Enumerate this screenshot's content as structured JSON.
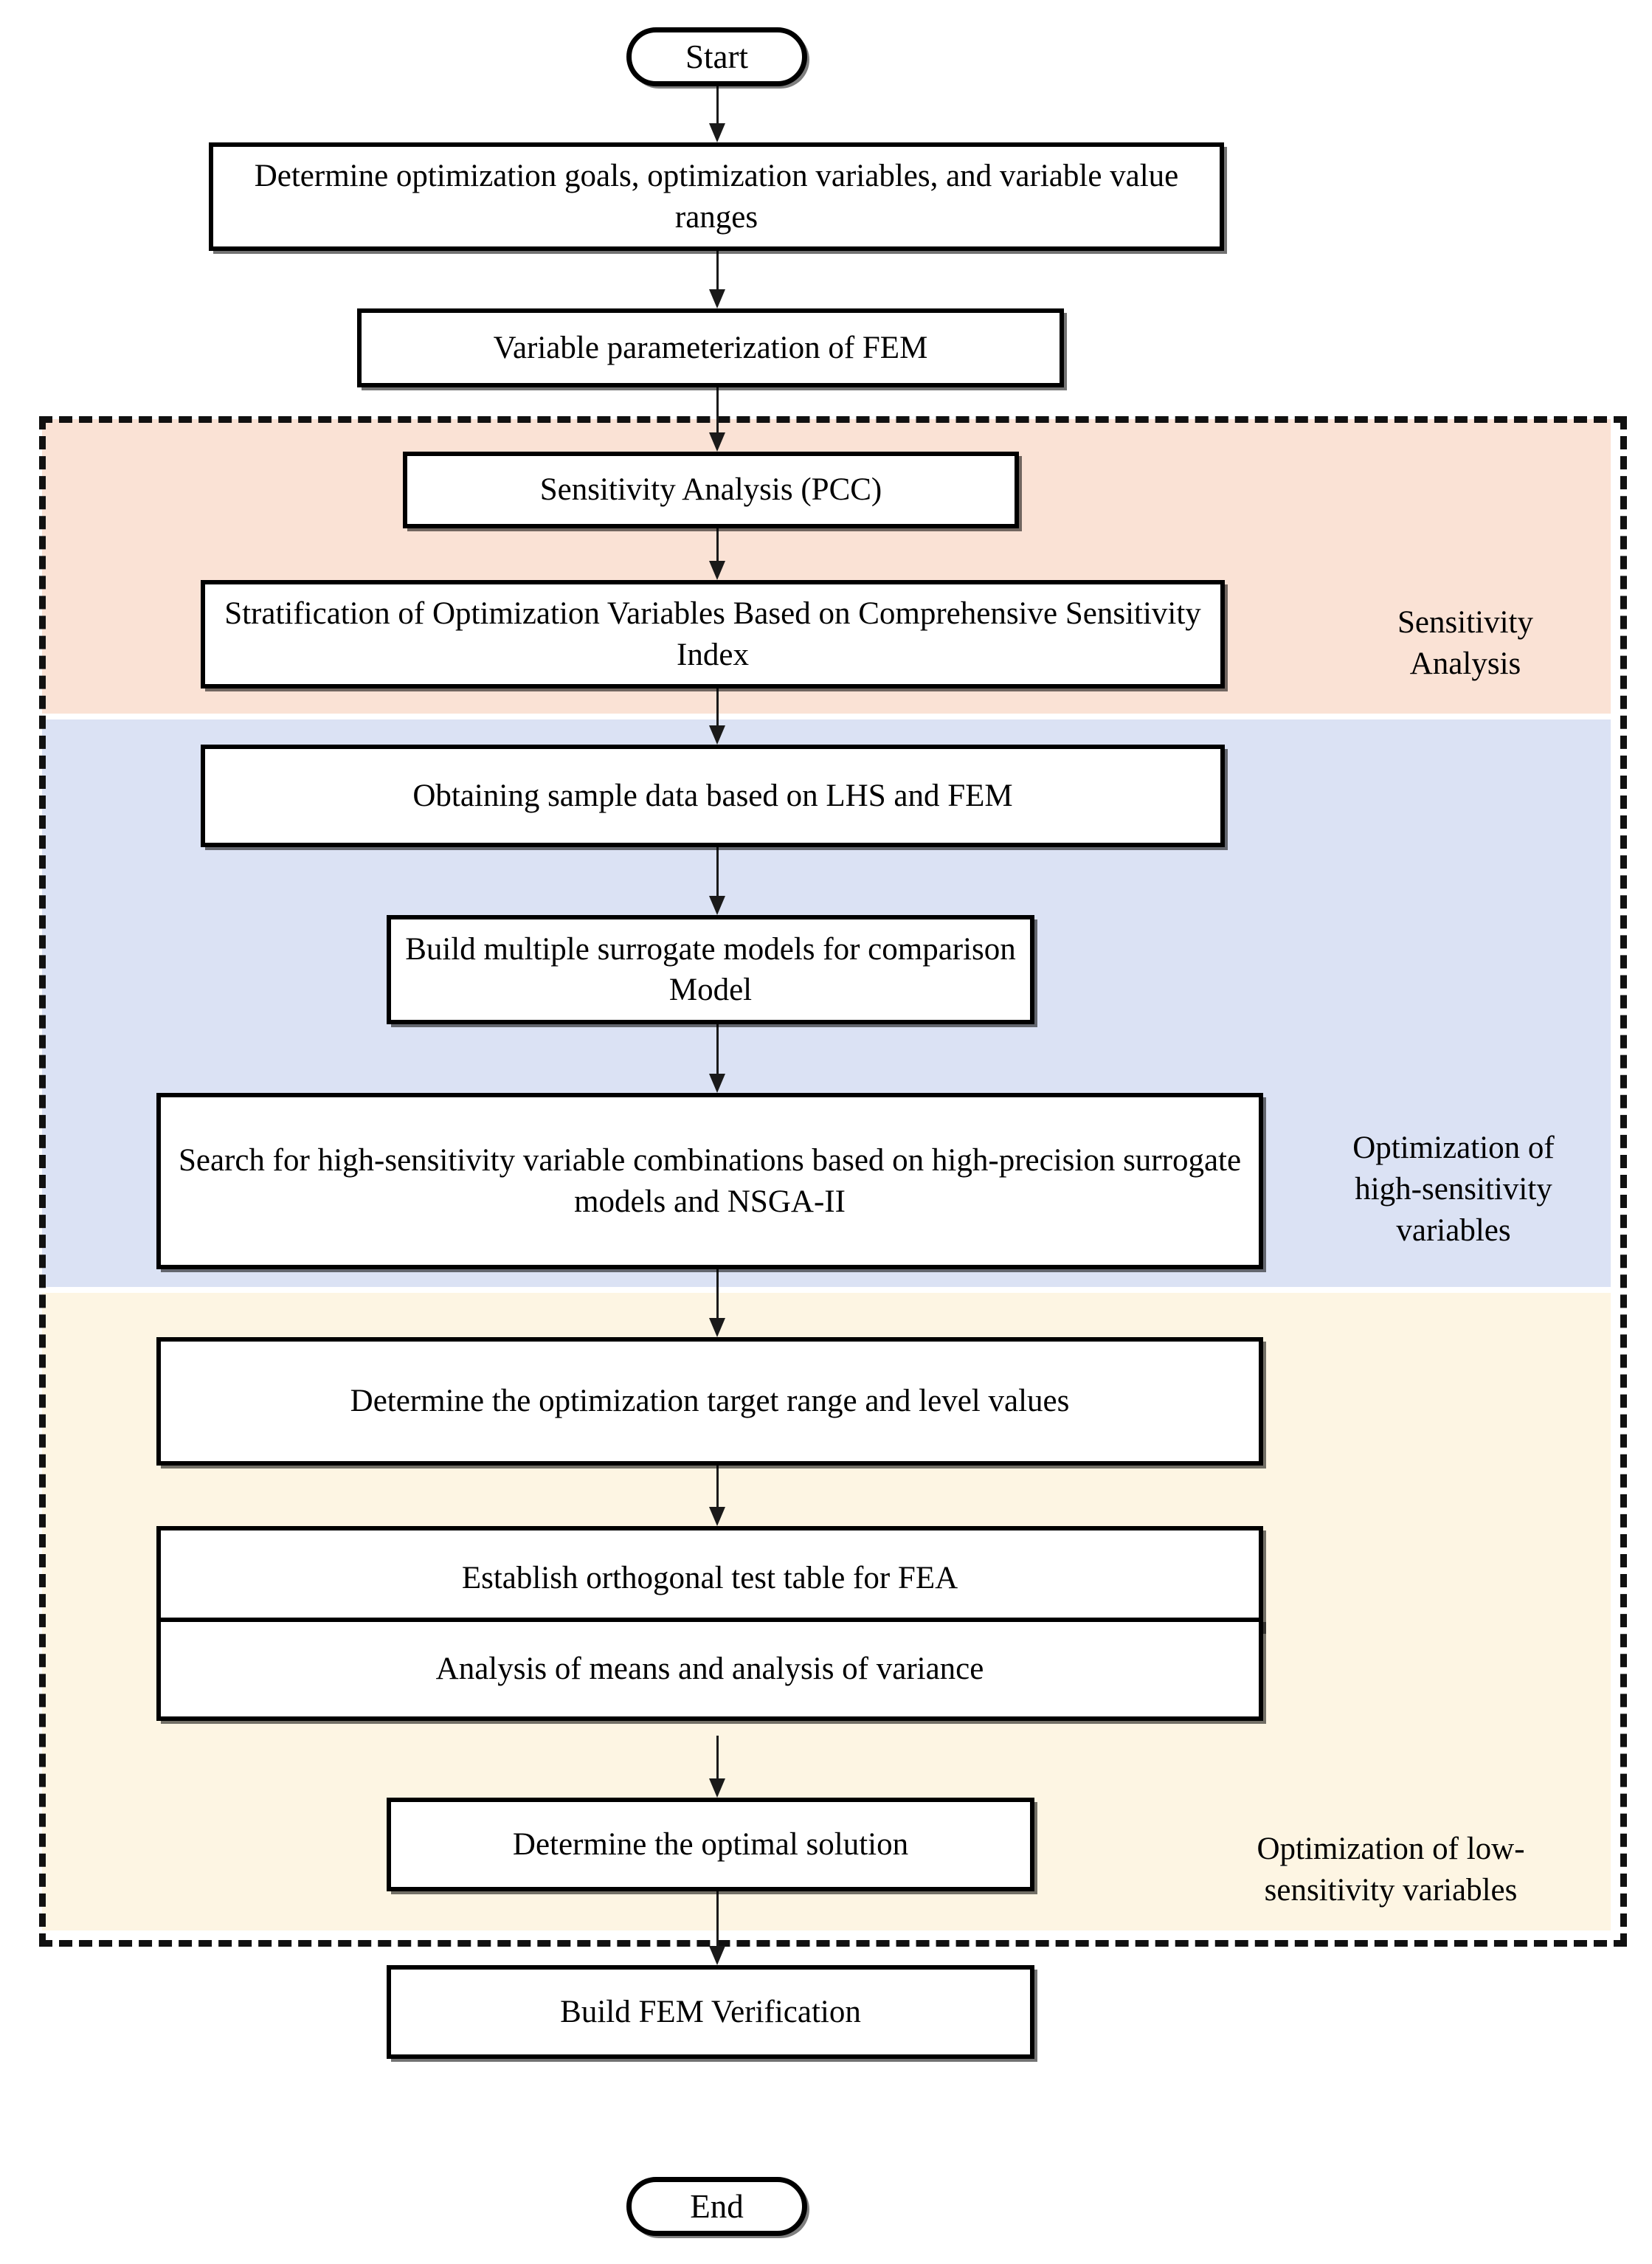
{
  "diagram": {
    "title": "Optimization workflow flowchart",
    "colors": {
      "sensitivity_band": "#fae2d5",
      "high_sensitivity_band": "#dbe2f4",
      "low_sensitivity_band": "#fdf5e3",
      "stroke": "#000000",
      "page_background": "#ffffff"
    }
  },
  "terminators": {
    "start": "Start",
    "end": "End"
  },
  "nodes": [
    {
      "id": "determine-goals",
      "text": "Determine optimization goals, optimization variables, and variable value ranges"
    },
    {
      "id": "variable-parameterization",
      "text": "Variable parameterization of FEM"
    },
    {
      "id": "sensitivity-analysis",
      "text": "Sensitivity Analysis (PCC)"
    },
    {
      "id": "stratification",
      "text": "Stratification of Optimization Variables Based on Comprehensive Sensitivity Index"
    },
    {
      "id": "sample-data",
      "text": "Obtaining sample data based on LHS and FEM"
    },
    {
      "id": "surrogate-models",
      "text": "Build multiple surrogate models for comparison Model"
    },
    {
      "id": "search-combinations",
      "text": "Search for high-sensitivity variable combinations based on high-precision surrogate models and NSGA-II"
    },
    {
      "id": "target-range",
      "text": "Determine the optimization target range and level values"
    },
    {
      "id": "orthogonal-table",
      "text": "Establish orthogonal test table for FEA"
    },
    {
      "id": "means-variance",
      "text": "Analysis of means and analysis of variance"
    },
    {
      "id": "optimal-solution",
      "text": "Determine the optimal solution"
    },
    {
      "id": "fem-verification",
      "text": "Build FEM Verification"
    }
  ],
  "band_labels": {
    "sensitivity": "Sensitivity Analysis",
    "high_sensitivity": "Optimization of high-sensitivity variables",
    "low_sensitivity": "Optimization of low-sensitivity variables"
  },
  "flow": {
    "edges": [
      {
        "from": "start",
        "to": "determine-goals"
      },
      {
        "from": "determine-goals",
        "to": "variable-parameterization"
      },
      {
        "from": "variable-parameterization",
        "to": "sensitivity-analysis"
      },
      {
        "from": "sensitivity-analysis",
        "to": "stratification"
      },
      {
        "from": "stratification",
        "to": "sample-data"
      },
      {
        "from": "sample-data",
        "to": "surrogate-models"
      },
      {
        "from": "surrogate-models",
        "to": "search-combinations"
      },
      {
        "from": "search-combinations",
        "to": "target-range"
      },
      {
        "from": "target-range",
        "to": "orthogonal-table"
      },
      {
        "from": "orthogonal-table",
        "to": "means-variance"
      },
      {
        "from": "means-variance",
        "to": "optimal-solution"
      },
      {
        "from": "optimal-solution",
        "to": "fem-verification"
      },
      {
        "from": "fem-verification",
        "to": "end"
      }
    ]
  }
}
